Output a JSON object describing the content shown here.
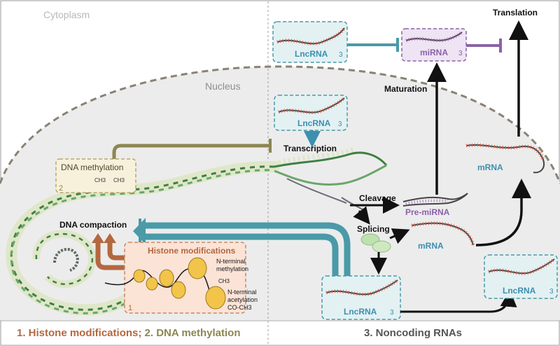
{
  "regions": {
    "cytoplasm": "Cytoplasm",
    "nucleus": "Nucleus"
  },
  "labels": {
    "translation": "Translation",
    "maturation": "Maturation",
    "transcription": "Transcription",
    "cleavage": "Cleavage",
    "splicing": "Splicing",
    "dna_compaction": "DNA compaction",
    "pre_mirna": "Pre-miRNA",
    "mrna_upper": "mRNA",
    "mrna_lower": "mRNA"
  },
  "boxes": {
    "lnc_top": {
      "name": "LncRNA",
      "end": "3"
    },
    "mirna": {
      "name": "miRNA",
      "end": "3"
    },
    "lnc_mid": {
      "name": "LncRNA",
      "end": "3"
    },
    "lnc_bottom": {
      "name": "LncRNA",
      "end": "3"
    },
    "lnc_right": {
      "name": "LncRNA",
      "end": "3"
    },
    "dna_methylation": {
      "title": "DNA methylation",
      "chem_a": "CH3",
      "chem_b": "CH3",
      "index": "2"
    },
    "histone": {
      "title": "Histone modifications",
      "index": "1",
      "methylation_line1": "N-terminal",
      "methylation_line2": "methylation",
      "methylation_group": "CH3",
      "acetylation_line1": "N-terminal",
      "acetylation_line2": "acetylation",
      "acetylation_group": "CO-CH3"
    }
  },
  "footer": {
    "left_part1": "1. Histone modifications",
    "left_sep": "; ",
    "left_part2": "2. DNA methylation",
    "right": "3. Noncoding RNAs"
  },
  "colors": {
    "teal": "#4a9aa8",
    "purple": "#8b62a8",
    "olive": "#8c8652",
    "rust": "#b5673f",
    "nucleus_fill": "#ececec",
    "dna_green": "#3f7f43",
    "histone_yellow": "#f2c44a"
  }
}
